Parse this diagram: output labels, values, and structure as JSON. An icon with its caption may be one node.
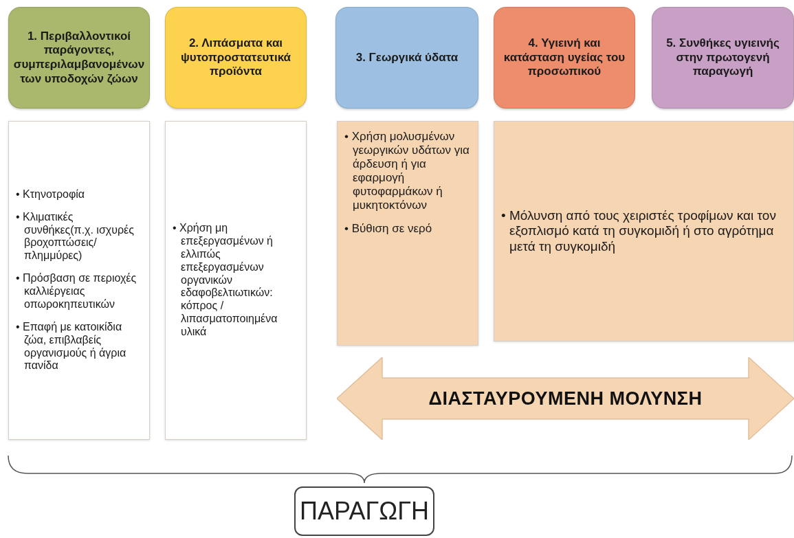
{
  "diagram": {
    "nodes": [
      {
        "text": [
          "1. Περιβαλλοντικοί παράγοντες, συμπεριλαμβανομένων των υποδοχών ζώων"
        ]
      },
      {
        "text": [
          "2. Λιπάσματα και ψυτοπροστατευτικά προϊόντα"
        ]
      },
      {
        "text": [
          "3. Γεωργικά ύδατα"
        ]
      },
      {
        "text": [
          "4. Υγιεινή και κατάσταση υγείας του προσωπικού"
        ]
      },
      {
        "text": [
          "5. Συνθήκες υγιεινής στην πρωτογενή παραγωγή"
        ]
      },
      {
        "text": [
          "• Κτηνοτροφία",
          "• Κλιματικές συνθήκες(π.χ. ισχυρές βροχοπτώσεις/ πλημμύρες)",
          "• Πρόσβαση σε περιοχές καλλιέργειας οπωροκηπευτικών",
          "• Επαφή με κατοικίδια ζώα, επιβλαβείς οργανισμούς ή άγρια πανίδα"
        ]
      },
      {
        "text": [
          "• Χρήση μη επεξεργασμένων ή ελλιπώς επεξεργασμένων οργανικών εδαφοβελτιωτικών: κόπρος / λιπασματοποιημένα υλικά"
        ]
      },
      {
        "text": [
          "• Χρήση μολυσμένων γεωργικών υδάτων για άρδευση ή για εφαρμογή φυτοφαρμάκων ή μυκητοκτόνων",
          "• Βύθιση σε νερό"
        ]
      },
      {
        "text": [
          "• Μόλυνση από τους χειριστές τροφίμων και τον εξοπλισμό κατά τη συγκομιδή ή στο αγρότημα μετά τη συγκομιδή"
        ]
      },
      {
        "text": [
          "ΔΙΑΣΤΑΥΡΟΥΜΕΝΗ ΜΟΛΥΝΣΗ"
        ]
      },
      {
        "text": [
          "ΠΑΡΑΓΩΓΗ"
        ]
      }
    ]
  }
}
